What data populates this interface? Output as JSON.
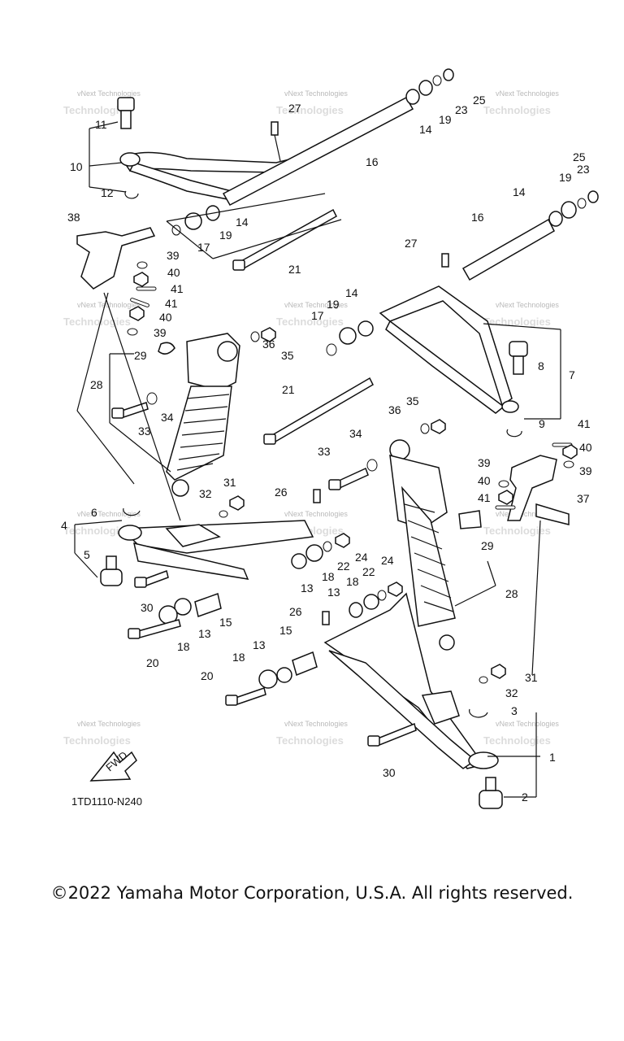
{
  "watermark": {
    "line1": "vNext Technologies",
    "line2": "Technologies"
  },
  "fwd_label": "FWD",
  "diagram_code": "1TD1110-N240",
  "copyright": "©2022 Yamaha Motor Corporation, U.S.A. All rights reserved.",
  "labels": {
    "l1": "1",
    "l2": "2",
    "l3": "3",
    "l4": "4",
    "l5": "5",
    "l6": "6",
    "l7": "7",
    "l8": "8",
    "l9": "9",
    "l10": "10",
    "l11": "11",
    "l12": "12",
    "l13a": "13",
    "l13b": "13",
    "l13c": "13",
    "l13d": "13",
    "l14a": "14",
    "l14b": "14",
    "l14c": "14",
    "l14d": "14",
    "l15a": "15",
    "l15b": "15",
    "l16a": "16",
    "l16b": "16",
    "l17a": "17",
    "l17b": "17",
    "l18a": "18",
    "l18b": "18",
    "l18c": "18",
    "l18d": "18",
    "l19a": "19",
    "l19b": "19",
    "l19c": "19",
    "l19d": "19",
    "l20a": "20",
    "l20b": "20",
    "l21a": "21",
    "l21b": "21",
    "l22a": "22",
    "l22b": "22",
    "l23a": "23",
    "l23b": "23",
    "l24a": "24",
    "l24b": "24",
    "l25a": "25",
    "l25b": "25",
    "l26a": "26",
    "l26b": "26",
    "l27a": "27",
    "l27b": "27",
    "l28a": "28",
    "l28b": "28",
    "l29a": "29",
    "l29b": "29",
    "l30a": "30",
    "l30b": "30",
    "l31a": "31",
    "l31b": "31",
    "l32a": "32",
    "l32b": "32",
    "l33a": "33",
    "l33b": "33",
    "l34a": "34",
    "l34b": "34",
    "l35a": "35",
    "l35b": "35",
    "l36a": "36",
    "l36b": "36",
    "l37": "37",
    "l38": "38",
    "l39a": "39",
    "l39b": "39",
    "l39c": "39",
    "l39d": "39",
    "l40a": "40",
    "l40b": "40",
    "l40c": "40",
    "l40d": "40",
    "l41a": "41",
    "l41b": "41",
    "l41c": "41",
    "l41d": "41"
  }
}
